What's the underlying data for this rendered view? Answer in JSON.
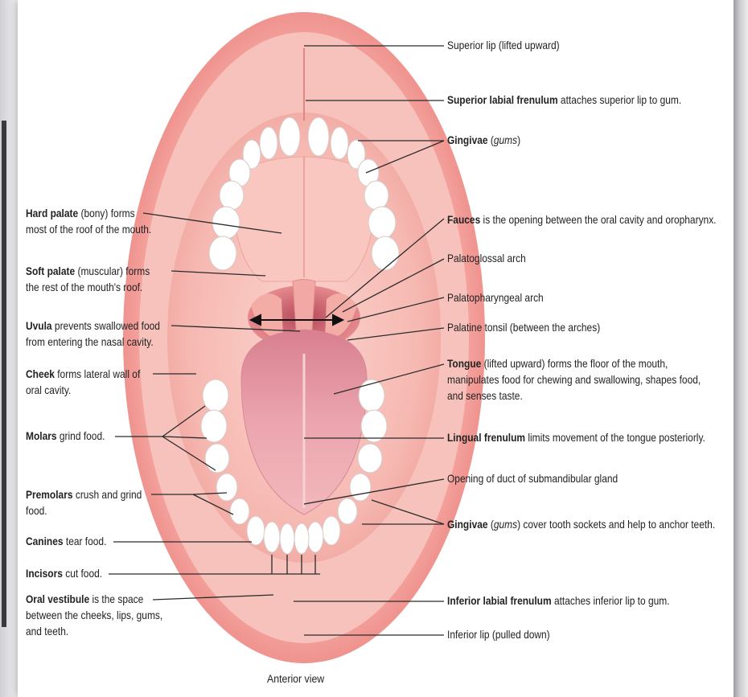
{
  "labels": {
    "superior_lip": "Superior lip (lifted upward)",
    "superior_labial_frenulum": {
      "term": "Superior labial frenulum",
      "desc": " attaches superior lip to gum."
    },
    "gingivae_upper": {
      "term": "Gingivae",
      "open": " (",
      "italic": "gums",
      "close": ")"
    },
    "fauces": {
      "term": "Fauces",
      "desc": " is the opening between the oral cavity and oropharynx."
    },
    "palatoglossal_arch": "Palatoglossal arch",
    "palatopharyngeal_arch": "Palatopharyngeal arch",
    "palatine_tonsil": "Palatine tonsil (between the arches)",
    "tongue": {
      "term": "Tongue",
      "line1": " (lifted upward) forms the floor of the mouth,",
      "line2": "manipulates food for chewing and swallowing, shapes food,",
      "line3": "and senses taste."
    },
    "lingual_frenulum": {
      "term": "Lingual frenulum",
      "desc": " limits movement of the tongue posteriorly."
    },
    "submandibular_duct": "Opening of duct of submandibular gland",
    "gingivae_lower": {
      "term": "Gingivae",
      "open": " (",
      "italic": "gums",
      "close": ") cover tooth sockets and help to anchor teeth."
    },
    "inferior_labial_frenulum": {
      "term": "Inferior labial frenulum",
      "desc": " attaches inferior lip to gum."
    },
    "inferior_lip": "Inferior lip (pulled down)",
    "hard_palate": {
      "term": "Hard palate",
      "line1": " (bony) forms",
      "line2": "most of the roof of the mouth."
    },
    "soft_palate": {
      "term": "Soft palate",
      "line1": " (muscular) forms",
      "line2": "the rest of the mouth's roof."
    },
    "uvula": {
      "term": "Uvula",
      "line1": " prevents swallowed food",
      "line2": "from entering the nasal cavity."
    },
    "cheek": {
      "term": "Cheek",
      "line1": " forms lateral wall of",
      "line2": "oral cavity."
    },
    "molars": {
      "term": "Molars",
      "desc": " grind food."
    },
    "premolars": {
      "term": "Premolars",
      "line1": " crush and grind",
      "line2": "food."
    },
    "canines": {
      "term": "Canines",
      "desc": " tear food."
    },
    "incisors": {
      "term": "Incisors",
      "desc": " cut food."
    },
    "oral_vestibule": {
      "term": "Oral vestibule",
      "line1": " is the space",
      "line2": "between the cheeks, lips, gums,",
      "line3": "and teeth."
    }
  },
  "caption": "Anterior view",
  "colors": {
    "lip_outer": "#f08f8c",
    "mucosa": "#f5b3ad",
    "tongue": "#e9a0a6",
    "teeth": "#ffffff",
    "leader": "#2b2b2b"
  }
}
